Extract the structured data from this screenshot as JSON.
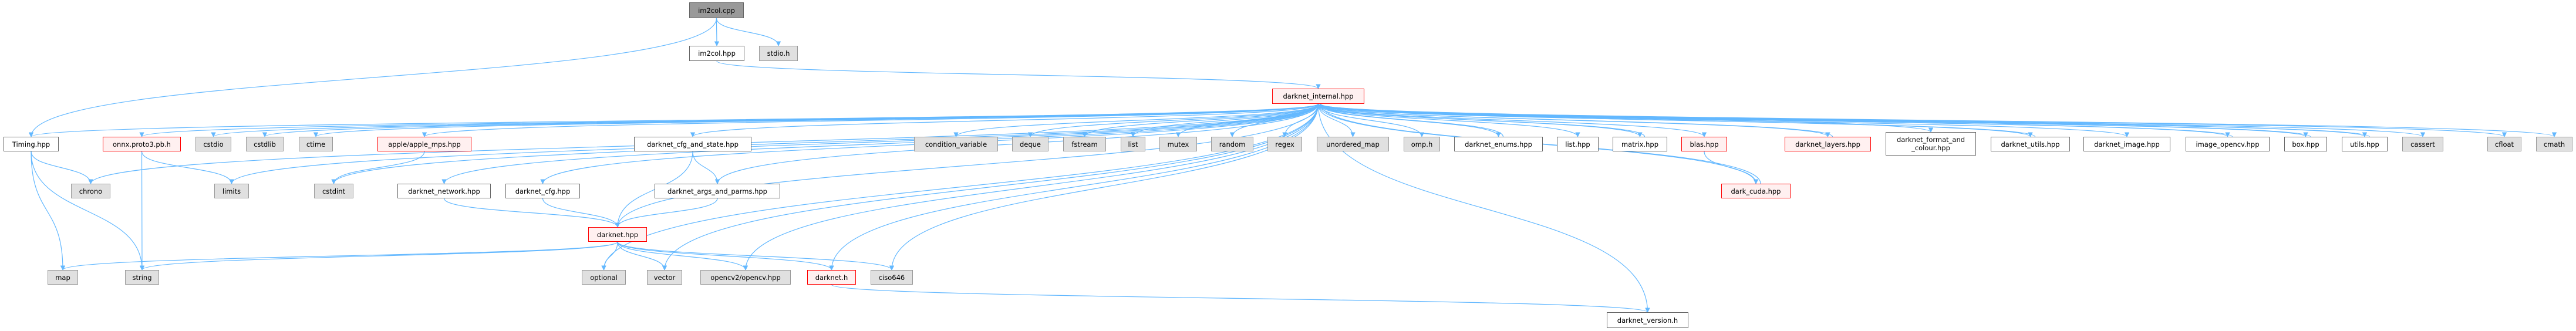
{
  "title": "im2col.cpp include dependency graph",
  "colors": {
    "edge": "#63b8ff",
    "file_border": "#666666",
    "system_fill": "#e0e0e0",
    "incomplete_border": "#ff0000",
    "incomplete_fill": "#fff0f0",
    "root_fill": "#999999"
  },
  "nodes": {
    "im2col_cpp": {
      "label": "im2col.cpp",
      "kind": "root"
    },
    "im2col_hpp": {
      "label": "im2col.hpp",
      "kind": "file"
    },
    "stdio_h": {
      "label": "stdio.h",
      "kind": "system"
    },
    "darknet_internal": {
      "label": "darknet_internal.hpp",
      "kind": "incomplete"
    },
    "timing": {
      "label": "Timing.hpp",
      "kind": "file"
    },
    "onnx": {
      "label": "onnx.proto3.pb.h",
      "kind": "incomplete"
    },
    "cstdio": {
      "label": "cstdio",
      "kind": "system"
    },
    "cstdlib": {
      "label": "cstdlib",
      "kind": "system"
    },
    "ctime": {
      "label": "ctime",
      "kind": "system"
    },
    "apple_mps": {
      "label": "apple/apple_mps.hpp",
      "kind": "incomplete"
    },
    "cfg_and_state": {
      "label": "darknet_cfg_and_state.hpp",
      "kind": "file"
    },
    "condition_variable": {
      "label": "condition_variable",
      "kind": "system"
    },
    "deque": {
      "label": "deque",
      "kind": "system"
    },
    "fstream": {
      "label": "fstream",
      "kind": "system"
    },
    "list": {
      "label": "list",
      "kind": "system"
    },
    "mutex": {
      "label": "mutex",
      "kind": "system"
    },
    "random": {
      "label": "random",
      "kind": "system"
    },
    "regex": {
      "label": "regex",
      "kind": "system"
    },
    "unordered_map": {
      "label": "unordered_map",
      "kind": "system"
    },
    "omp_h": {
      "label": "omp.h",
      "kind": "system"
    },
    "darknet_enums": {
      "label": "darknet_enums.hpp",
      "kind": "file"
    },
    "list_hpp": {
      "label": "list.hpp",
      "kind": "file"
    },
    "matrix_hpp": {
      "label": "matrix.hpp",
      "kind": "file"
    },
    "blas_hpp": {
      "label": "blas.hpp",
      "kind": "incomplete"
    },
    "darknet_layers": {
      "label": "darknet_layers.hpp",
      "kind": "incomplete"
    },
    "format_colour": {
      "label": "darknet_format_and\n_colour.hpp",
      "kind": "file"
    },
    "darknet_utils": {
      "label": "darknet_utils.hpp",
      "kind": "file"
    },
    "darknet_image": {
      "label": "darknet_image.hpp",
      "kind": "file"
    },
    "image_opencv": {
      "label": "image_opencv.hpp",
      "kind": "file"
    },
    "box_hpp": {
      "label": "box.hpp",
      "kind": "file"
    },
    "utils_hpp": {
      "label": "utils.hpp",
      "kind": "file"
    },
    "cassert": {
      "label": "cassert",
      "kind": "system"
    },
    "cfloat": {
      "label": "cfloat",
      "kind": "system"
    },
    "cmath": {
      "label": "cmath",
      "kind": "system"
    },
    "chrono": {
      "label": "chrono",
      "kind": "system"
    },
    "limits": {
      "label": "limits",
      "kind": "system"
    },
    "cstdint": {
      "label": "cstdint",
      "kind": "system"
    },
    "darknet_network": {
      "label": "darknet_network.hpp",
      "kind": "file"
    },
    "darknet_cfg": {
      "label": "darknet_cfg.hpp",
      "kind": "file"
    },
    "args_and_parms": {
      "label": "darknet_args_and_parms.hpp",
      "kind": "file"
    },
    "dark_cuda": {
      "label": "dark_cuda.hpp",
      "kind": "incomplete"
    },
    "darknet_hpp": {
      "label": "darknet.hpp",
      "kind": "incomplete"
    },
    "map": {
      "label": "map",
      "kind": "system"
    },
    "string": {
      "label": "string",
      "kind": "system"
    },
    "optional": {
      "label": "optional",
      "kind": "system"
    },
    "vector": {
      "label": "vector",
      "kind": "system"
    },
    "opencv": {
      "label": "opencv2/opencv.hpp",
      "kind": "system"
    },
    "darknet_h": {
      "label": "darknet.h",
      "kind": "incomplete"
    },
    "ciso646": {
      "label": "ciso646",
      "kind": "system"
    },
    "darknet_version": {
      "label": "darknet_version.h",
      "kind": "file"
    }
  },
  "edges": [
    [
      "im2col_cpp",
      "timing"
    ],
    [
      "im2col_cpp",
      "im2col_hpp"
    ],
    [
      "im2col_cpp",
      "stdio_h"
    ],
    [
      "im2col_hpp",
      "darknet_internal"
    ],
    [
      "darknet_internal",
      "timing"
    ],
    [
      "darknet_internal",
      "chrono"
    ],
    [
      "darknet_internal",
      "onnx"
    ],
    [
      "darknet_internal",
      "cstdio"
    ],
    [
      "darknet_internal",
      "cstdlib"
    ],
    [
      "darknet_internal",
      "ctime"
    ],
    [
      "darknet_internal",
      "limits"
    ],
    [
      "darknet_internal",
      "apple_mps"
    ],
    [
      "darknet_internal",
      "cstdint"
    ],
    [
      "darknet_internal",
      "optional"
    ],
    [
      "darknet_internal",
      "darknet_network"
    ],
    [
      "darknet_internal",
      "darknet_cfg"
    ],
    [
      "darknet_internal",
      "darknet_hpp"
    ],
    [
      "darknet_internal",
      "cfg_and_state"
    ],
    [
      "darknet_internal",
      "args_and_parms"
    ],
    [
      "darknet_internal",
      "vector"
    ],
    [
      "darknet_internal",
      "opencv"
    ],
    [
      "darknet_internal",
      "darknet_h"
    ],
    [
      "darknet_internal",
      "ciso646"
    ],
    [
      "darknet_internal",
      "condition_variable"
    ],
    [
      "darknet_internal",
      "deque"
    ],
    [
      "darknet_internal",
      "fstream"
    ],
    [
      "darknet_internal",
      "list"
    ],
    [
      "darknet_internal",
      "mutex"
    ],
    [
      "darknet_internal",
      "random"
    ],
    [
      "darknet_internal",
      "regex"
    ],
    [
      "darknet_internal",
      "unordered_map"
    ],
    [
      "darknet_internal",
      "omp_h"
    ],
    [
      "darknet_internal",
      "darknet_enums"
    ],
    [
      "darknet_internal",
      "list_hpp"
    ],
    [
      "darknet_internal",
      "matrix_hpp"
    ],
    [
      "darknet_internal",
      "blas_hpp"
    ],
    [
      "darknet_internal",
      "dark_cuda"
    ],
    [
      "darknet_internal",
      "darknet_layers"
    ],
    [
      "darknet_internal",
      "format_colour"
    ],
    [
      "darknet_internal",
      "darknet_utils"
    ],
    [
      "darknet_internal",
      "darknet_image"
    ],
    [
      "darknet_internal",
      "image_opencv"
    ],
    [
      "darknet_internal",
      "box_hpp"
    ],
    [
      "darknet_internal",
      "utils_hpp"
    ],
    [
      "darknet_internal",
      "cassert"
    ],
    [
      "darknet_internal",
      "cfloat"
    ],
    [
      "darknet_internal",
      "cmath"
    ],
    [
      "darknet_internal",
      "darknet_version"
    ],
    [
      "darknet_enums",
      "darknet_internal"
    ],
    [
      "matrix_hpp",
      "darknet_internal"
    ],
    [
      "dark_cuda",
      "darknet_internal"
    ],
    [
      "darknet_layers",
      "darknet_internal"
    ],
    [
      "darknet_utils",
      "darknet_internal"
    ],
    [
      "image_opencv",
      "darknet_internal"
    ],
    [
      "box_hpp",
      "darknet_internal"
    ],
    [
      "utils_hpp",
      "darknet_internal"
    ],
    [
      "timing",
      "chrono"
    ],
    [
      "timing",
      "map"
    ],
    [
      "timing",
      "string"
    ],
    [
      "onnx",
      "limits"
    ],
    [
      "onnx",
      "string"
    ],
    [
      "apple_mps",
      "cstdint"
    ],
    [
      "darknet_network",
      "darknet_hpp"
    ],
    [
      "darknet_cfg",
      "darknet_hpp"
    ],
    [
      "cfg_and_state",
      "args_and_parms"
    ],
    [
      "cfg_and_state",
      "darknet_hpp"
    ],
    [
      "args_and_parms",
      "darknet_hpp"
    ],
    [
      "darknet_hpp",
      "map"
    ],
    [
      "darknet_hpp",
      "string"
    ],
    [
      "darknet_hpp",
      "optional"
    ],
    [
      "darknet_hpp",
      "vector"
    ],
    [
      "darknet_hpp",
      "opencv"
    ],
    [
      "darknet_hpp",
      "darknet_h"
    ],
    [
      "darknet_hpp",
      "ciso646"
    ],
    [
      "darknet_h",
      "darknet_version"
    ],
    [
      "blas_hpp",
      "dark_cuda"
    ]
  ]
}
